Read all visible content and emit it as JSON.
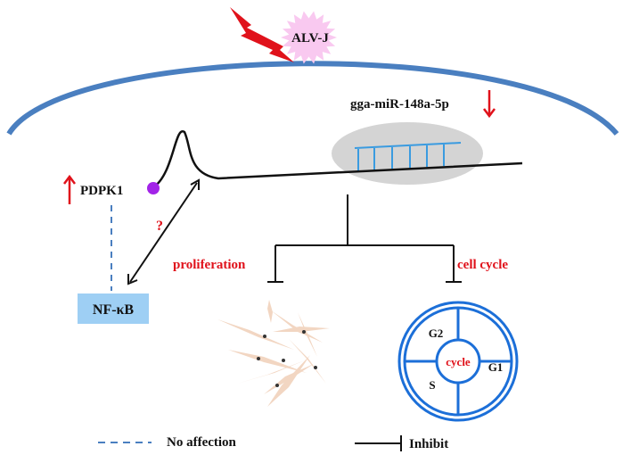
{
  "virus": {
    "label": "ALV-J"
  },
  "mirna": {
    "label": "gga-miR-148a-5p"
  },
  "gene": {
    "label": "PDPK1",
    "question_mark": "?"
  },
  "nfkb": {
    "label": "NF-κB"
  },
  "effects": {
    "proliferation": "proliferation",
    "cell_cycle": "cell cycle"
  },
  "cycle": {
    "center": "cycle",
    "phases": {
      "g2": "G2",
      "g1": "G1",
      "s": "S"
    }
  },
  "legend": {
    "no_affection": "No affection",
    "inhibit": "Inhibit"
  },
  "colors": {
    "membrane": "#4a7fc0",
    "highlight_red": "#e0121b",
    "nfkb_box": "#9ecff4",
    "virus_burst": "#f9c9f0",
    "purple_dot": "#a223e8",
    "ribosome_gray": "#d4d4d4",
    "cell_beige": "#f2d6c2",
    "cycle_blue": "#1c6fd8"
  }
}
